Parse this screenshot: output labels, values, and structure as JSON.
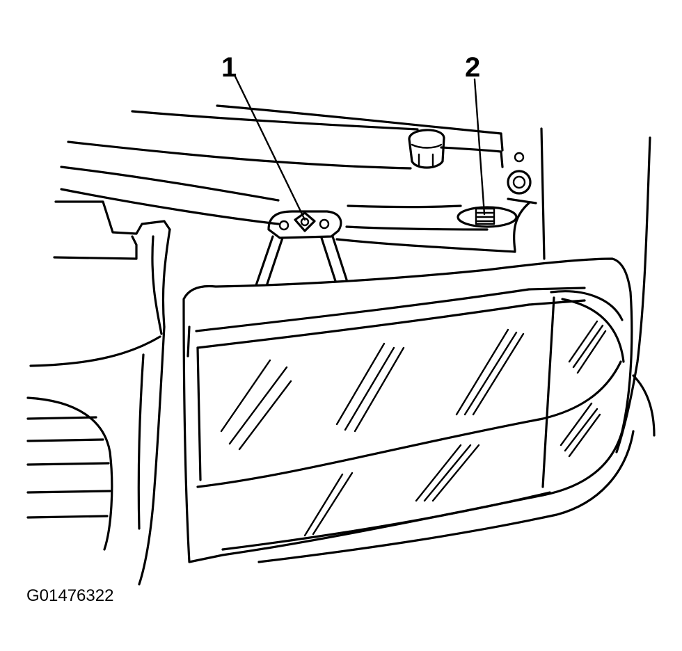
{
  "callouts": [
    {
      "number": "1",
      "part": "headlamp-upper-bolt"
    },
    {
      "number": "2",
      "part": "headlamp-side-bolt"
    }
  ],
  "figure_id": "G01476322",
  "colors": {
    "line": "#000000",
    "background": "#ffffff"
  }
}
